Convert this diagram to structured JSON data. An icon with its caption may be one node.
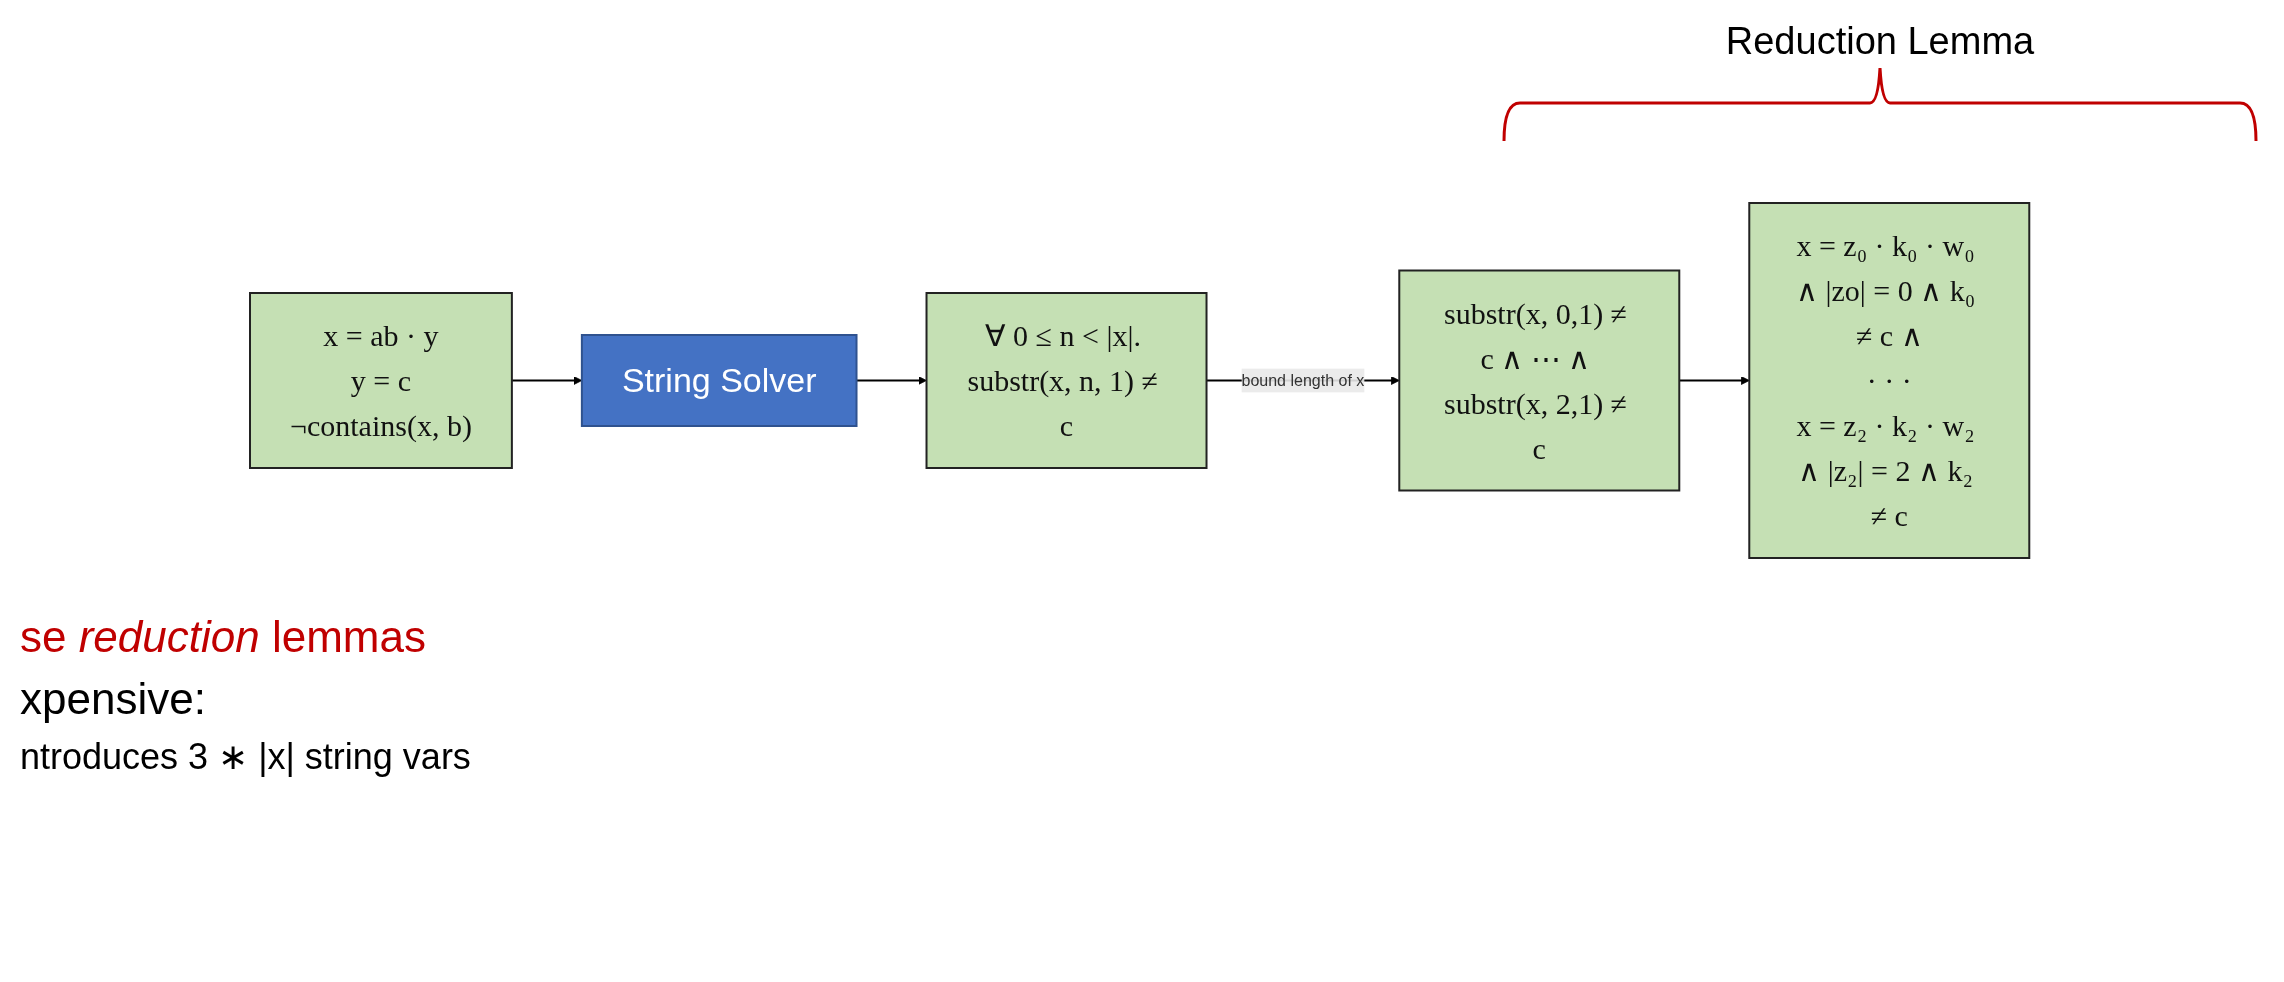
{
  "diagram": {
    "nodes": [
      {
        "text": [
          "x = ab · y",
          "y = c",
          "¬contains(x, b)"
        ]
      },
      {
        "text": [
          "String Solver"
        ]
      },
      {
        "text": [
          "∀ 0 ≤ n < |x|. substr(x, n, 1) ≠ c"
        ]
      },
      {
        "text": [
          "substr(x, 0,1) ≠ c ∧ ⋯ ∧ substr(x, 2,1) ≠ c"
        ]
      },
      {
        "text": [
          "x = z₀ · k₀ · w₀ ∧ |zo| = 0 ∧ k₀ ≠ c ∧",
          "· · ·",
          "x = z₂ · k₂ · w₂ ∧ |z₂| = 2 ∧ k₂ ≠ c"
        ]
      }
    ],
    "edges": [
      {
        "from": 0,
        "to": 1,
        "arrow": "to"
      },
      {
        "from": 1,
        "to": 2,
        "arrow": "to"
      },
      {
        "from": 2,
        "to": 3,
        "arrow": "to",
        "label": "bound length of x"
      },
      {
        "from": 3,
        "to": 4,
        "arrow": "to"
      }
    ],
    "labels": [
      "Reduction Lemma",
      "se *reduction* lemmas",
      "xpensive:",
      "ntroduces 3 ∗ |x| string vars"
    ]
  }
}
